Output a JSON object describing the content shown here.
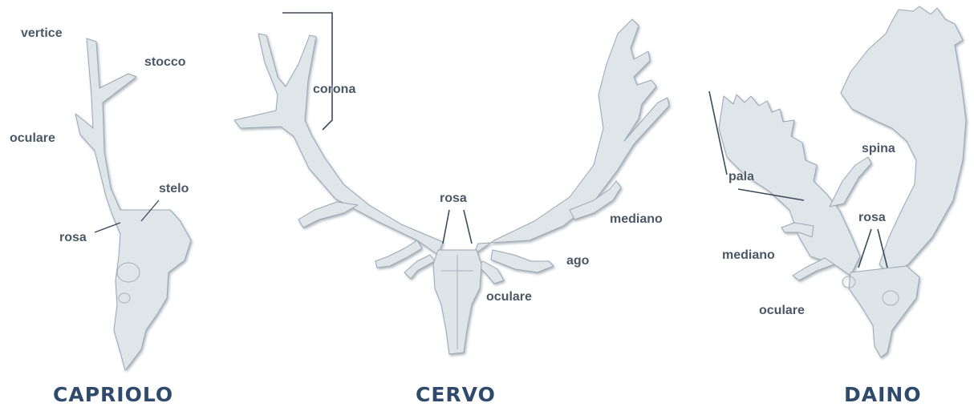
{
  "colors": {
    "antler_fill": "#dfe6ea",
    "antler_edge": "#9aa7b1",
    "leader_line": "#3b4a5c",
    "label_text": "#4a5866",
    "title_text": "#2f4a6a"
  },
  "capriolo": {
    "title": "CAPRIOLO",
    "labels": {
      "vertice": "vertice",
      "stocco": "stocco",
      "oculare": "oculare",
      "stelo": "stelo",
      "rosa": "rosa"
    }
  },
  "cervo": {
    "title": "CERVO",
    "labels": {
      "corona": "corona",
      "rosa": "rosa",
      "mediano": "mediano",
      "ago": "ago",
      "oculare": "oculare"
    }
  },
  "daino": {
    "title": "DAINO",
    "labels": {
      "pala": "pala",
      "spina": "spina",
      "rosa": "rosa",
      "mediano": "mediano",
      "oculare": "oculare"
    }
  }
}
